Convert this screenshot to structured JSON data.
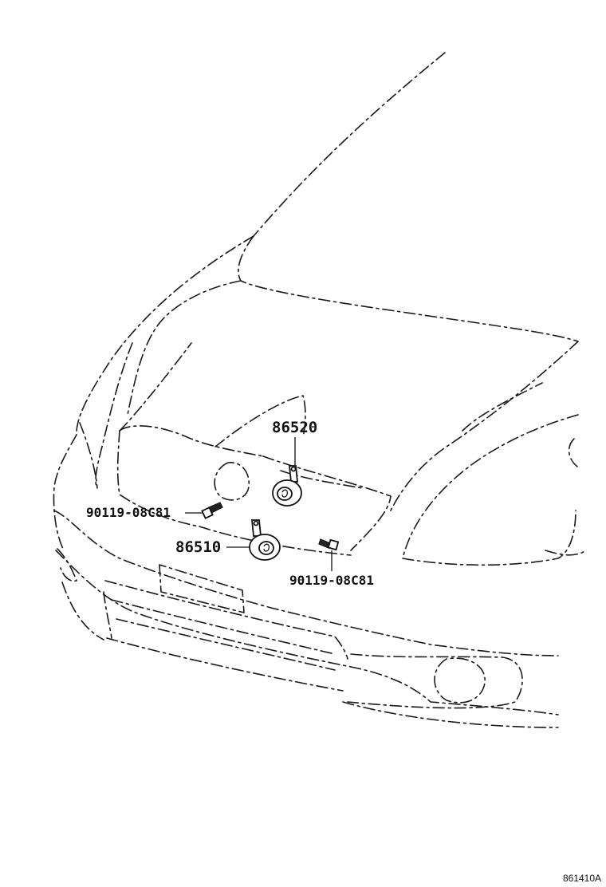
{
  "callouts": {
    "horn_high": "86520",
    "horn_low": "86510",
    "bolt_left": "90119-08C81",
    "bolt_right": "90119-08C81"
  },
  "diagram_code": "861410A"
}
